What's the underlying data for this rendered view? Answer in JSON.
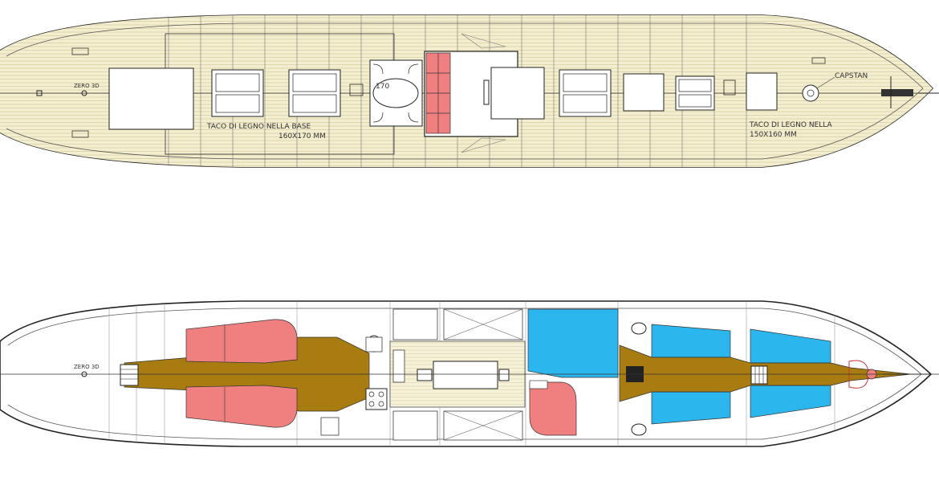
{
  "deck_plan": {
    "labels": {
      "zero_3d": "ZERO 3D",
      "taco_aft_line1": "TACO DI LEGNO NELLA BASE",
      "taco_aft_line2": "160X170 MM",
      "taco_fwd_line1": "TACO DI LEGNO NELLA",
      "taco_fwd_line2": "150X160 MM",
      "capstan": "CAPSTAN",
      "dim_170": "170"
    }
  },
  "interior_plan": {
    "labels": {
      "zero_3d": "ZERO 3D"
    }
  },
  "colors": {
    "teak": "#f3eed0",
    "teak_line": "#c9b98a",
    "sole": "#a87c10",
    "berth_red": "#f07f80",
    "cabin_blue": "#2bb6ee",
    "line": "#222222"
  }
}
